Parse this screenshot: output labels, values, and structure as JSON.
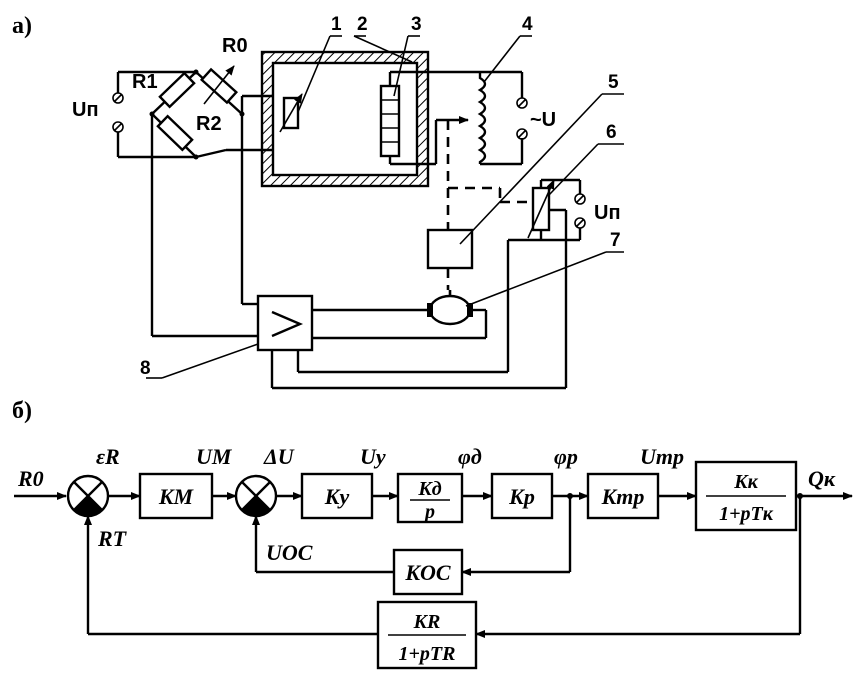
{
  "panel_a": {
    "label": "а)",
    "callouts": [
      "1",
      "2",
      "3",
      "4",
      "5",
      "6",
      "7",
      "8"
    ],
    "left_bridge": {
      "supply": "Uп",
      "r1": "R1",
      "r2": "R2",
      "r0": "R0"
    },
    "ac_supply": "~U",
    "pot_supply": "Uп"
  },
  "panel_b": {
    "label": "б)",
    "signals": {
      "input": "R0",
      "error": "εR",
      "um": "UM",
      "du": "ΔU",
      "uy": "Uy",
      "phi_d": "φд",
      "phi_p": "φp",
      "utr": "Uтр",
      "output": "Qк",
      "feedback_rt": "RT",
      "feedback_uoc": "UOC"
    },
    "blocks": {
      "km": "KM",
      "ky": "Ky",
      "kd_num": "Kд",
      "kd_den": "p",
      "kp": "Kp",
      "ktr": "Kтр",
      "kk_num": "Kк",
      "kk_den": "1+pTк",
      "koc": "KOC",
      "kr_num": "KR",
      "kr_den": "1+pTR"
    }
  }
}
